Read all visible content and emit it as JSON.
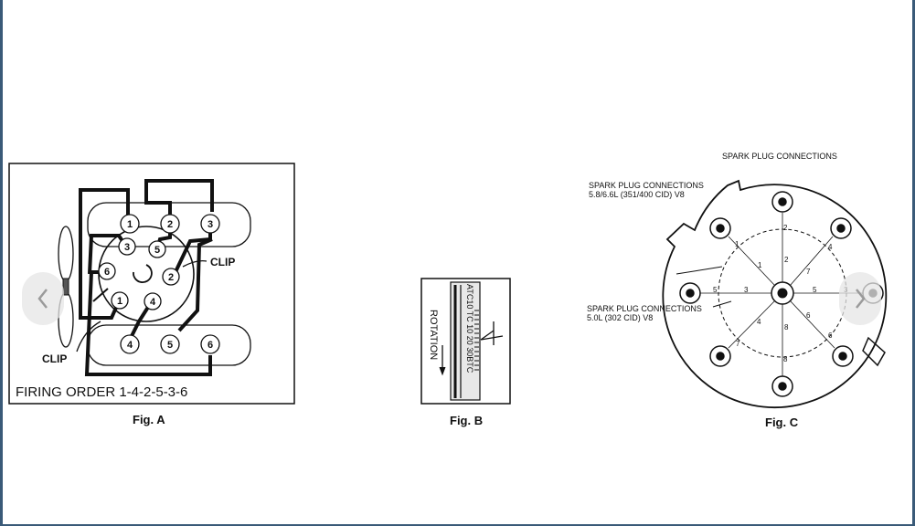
{
  "viewer": {
    "prev_icon": "chevron-left-icon",
    "next_icon": "chevron-right-icon"
  },
  "fig_a": {
    "caption": "Fig. A",
    "firing_order": "FIRING ORDER  1-4-2-5-3-6",
    "clip_top": "CLIP",
    "clip_bottom": "CLIP",
    "top_cylinders": [
      "1",
      "2",
      "3"
    ],
    "bottom_cylinders": [
      "4",
      "5",
      "6"
    ],
    "distributor_terminals": [
      "3",
      "5",
      "2",
      "4",
      "1",
      "6"
    ]
  },
  "fig_b": {
    "caption": "Fig. B",
    "rotation": "ROTATION",
    "scale_text": "ATC10  TC  10   20  30BTC"
  },
  "fig_c": {
    "caption": "Fig. C",
    "title": "SPARK PLUG CONNECTIONS",
    "label_58": "SPARK PLUG CONNECTIONS",
    "label_58_sub": "5.8/6.6L (351/400 CID) V8",
    "label_50": "SPARK PLUG CONNECTIONS",
    "label_50_sub": "5.0L (302 CID) V8",
    "inner_numbers": [
      "1",
      "2",
      "3",
      "4",
      "5",
      "6",
      "7",
      "8"
    ],
    "outer_numbers": [
      "1",
      "2",
      "3",
      "4",
      "5",
      "6",
      "7",
      "8"
    ]
  },
  "colors": {
    "frame": "#3a5a78",
    "ink": "#111111"
  }
}
